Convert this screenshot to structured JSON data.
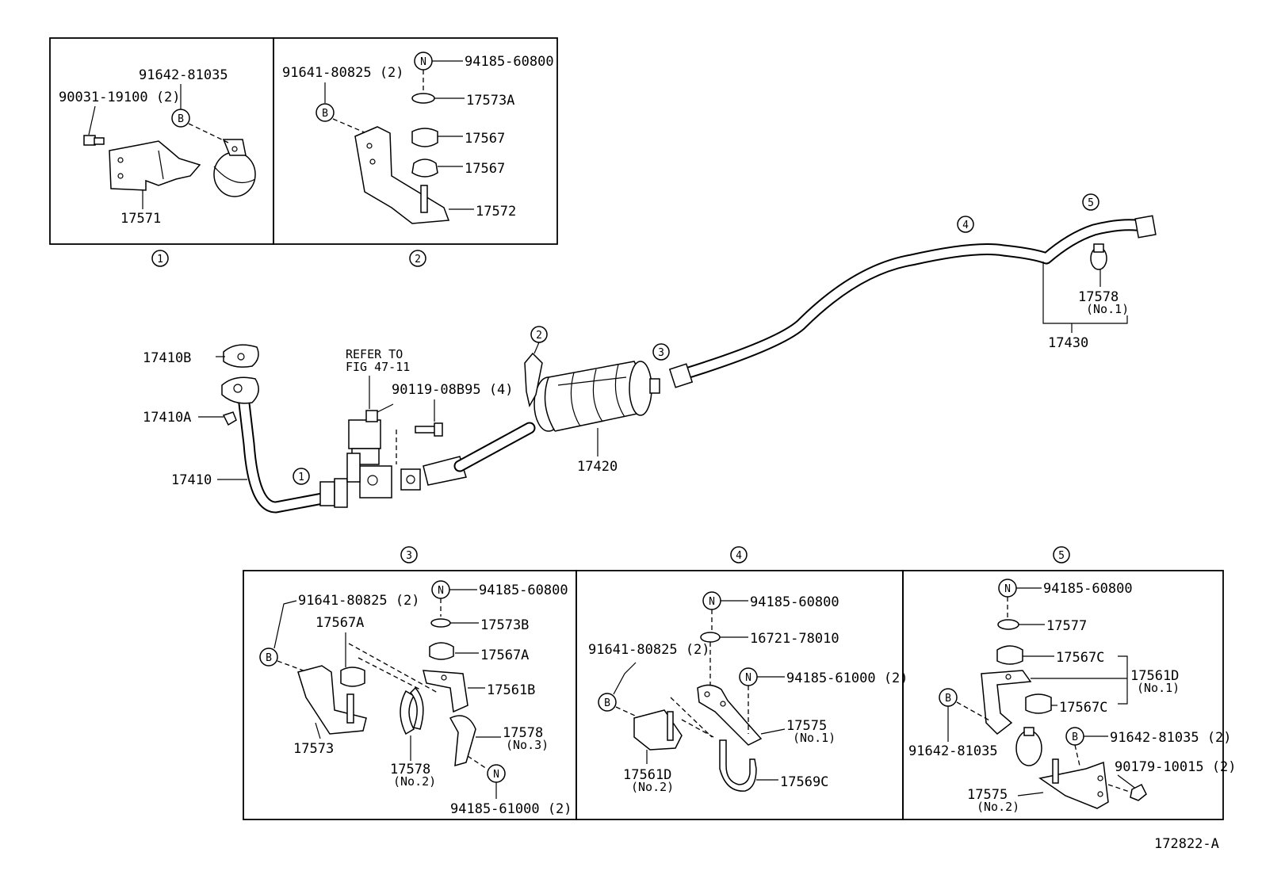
{
  "figure_id": "172822-A",
  "refer_note": [
    "REFER TO",
    "FIG 47-11"
  ],
  "callouts": {
    "c1": "1",
    "c2": "2",
    "c3": "3",
    "c4": "4",
    "c5": "5"
  },
  "symbols": {
    "nut": "N",
    "bolt": "B"
  },
  "main": {
    "p17410B": "17410B",
    "p17410A": "17410A",
    "p17410": "17410",
    "p90119": "90119-08B95 (4)",
    "p17420": "17420",
    "p17578": "17578",
    "p17578_sub": "(No.1)",
    "p17430": "17430"
  },
  "detail1": {
    "p91642": "91642-81035",
    "p90031": "90031-19100 (2)",
    "p17571": "17571"
  },
  "detail2": {
    "p91641": "91641-80825 (2)",
    "p94185": "94185-60800",
    "p17573A": "17573A",
    "p17567a": "17567",
    "p17567b": "17567",
    "p17572": "17572"
  },
  "detail3": {
    "p91641": "91641-80825 (2)",
    "p94185_608": "94185-60800",
    "p17567A_label": "17567A",
    "p17573B": "17573B",
    "p17567A": "17567A",
    "p17561B": "17561B",
    "p17578_no3": "17578",
    "p17578_no3_sub": "(No.3)",
    "p17573": "17573",
    "p17578_no2": "17578",
    "p17578_no2_sub": "(No.2)",
    "p94185_610": "94185-61000 (2)"
  },
  "detail4": {
    "p94185_608": "94185-60800",
    "p16721": "16721-78010",
    "p91641": "91641-80825 (2)",
    "p94185_610": "94185-61000 (2)",
    "p17575": "17575",
    "p17575_sub": "(No.1)",
    "p17561D": "17561D",
    "p17561D_sub": "(No.2)",
    "p17569C": "17569C"
  },
  "detail5": {
    "p94185": "94185-60800",
    "p17577": "17577",
    "p17567C_top": "17567C",
    "p17561D": "17561D",
    "p17561D_sub": "(No.1)",
    "p17567C_bot": "17567C",
    "p91642_left": "91642-81035",
    "p91642_right": "91642-81035 (2)",
    "p90179": "90179-10015 (2)",
    "p17575": "17575",
    "p17575_sub": "(No.2)"
  }
}
